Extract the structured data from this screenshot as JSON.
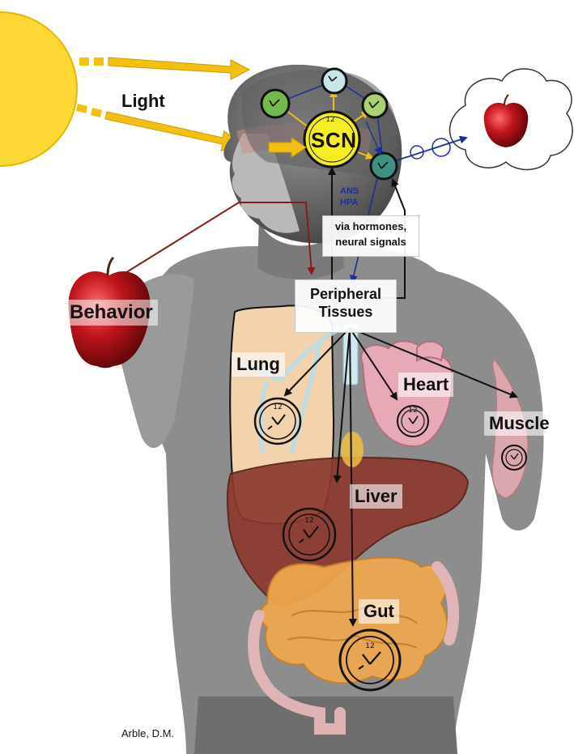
{
  "labels": {
    "light": "Light",
    "scn": "SCN",
    "clock_twelve": "12",
    "ans": "ANS",
    "hpa": "HPA",
    "via_line1": "via hormones,",
    "via_line2": "neural signals",
    "peripheral_line1": "Peripheral",
    "peripheral_line2": "Tissues",
    "behavior": "Behavior",
    "lung": "Lung",
    "heart": "Heart",
    "muscle": "Muscle",
    "liver": "Liver",
    "gut": "Gut",
    "credit": "Arble, D.M."
  },
  "colors": {
    "sun": "#fdd835",
    "light_arrow": "#f2c10f",
    "scn_fill": "#f5ef21",
    "brain_clock_1": "#c7e6e8",
    "brain_clock_2": "#74b94c",
    "brain_clock_3": "#a8d26f",
    "brain_clock_4": "#3f8f82",
    "autonomic_arrow": "#1a2f9c",
    "behavior_arrow": "#8b1a1a",
    "apple": "#c0151c",
    "lung": "#f2d3ae",
    "heart": "#e8a9b7",
    "liver": "#8c3a2e",
    "gut": "#f0a94d"
  }
}
